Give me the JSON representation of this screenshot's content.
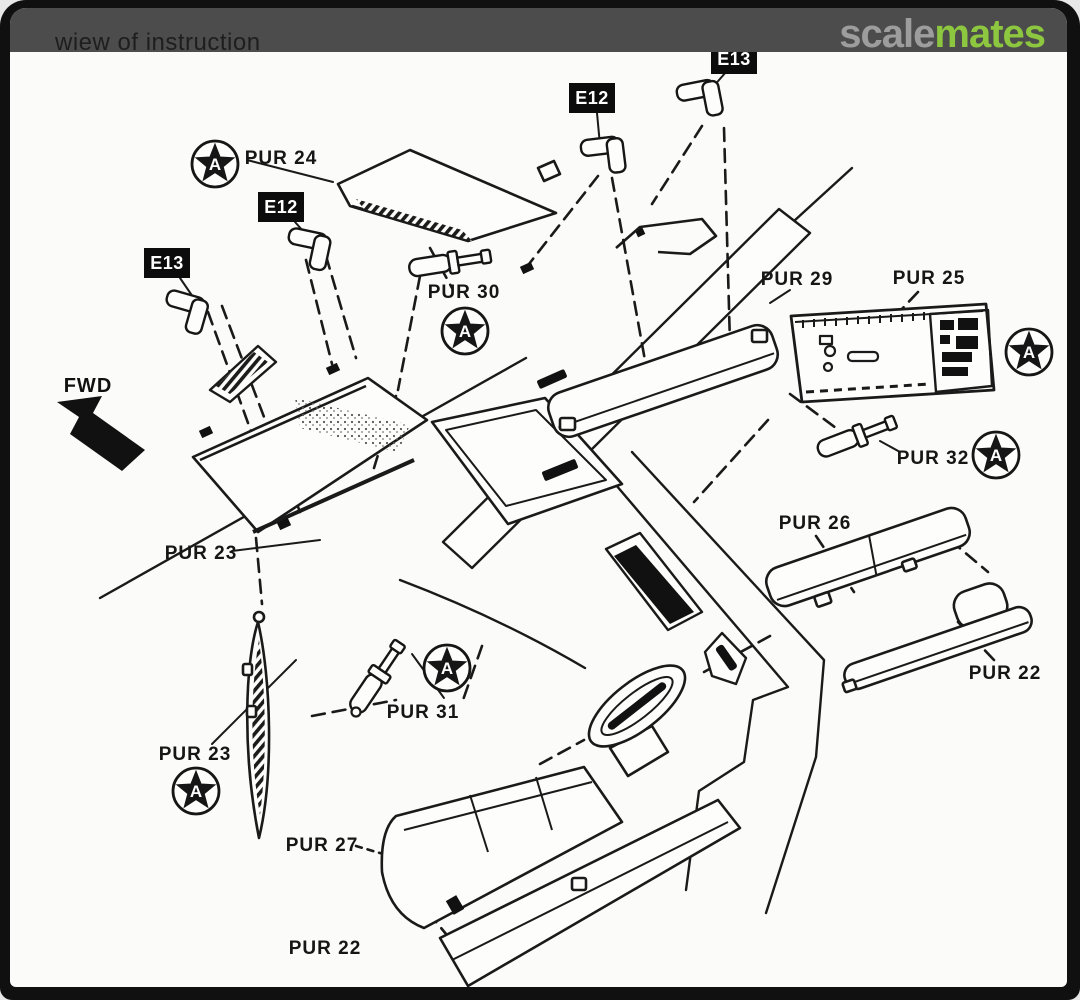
{
  "header": {
    "title": "wiew of instruction",
    "logo_part1": "scale",
    "logo_part2": "mates"
  },
  "colors": {
    "frame": "#101010",
    "header_bg": "#4c4c4c",
    "paper": "#fbfbf9",
    "ink": "#1a1a1a",
    "logo_gray": "#9d9d9d",
    "logo_green": "#8dc63f"
  },
  "diagram": {
    "direction_label": "FWD",
    "attention_symbol_letter": "A",
    "sprue_tags": {
      "e13_top": "E13",
      "e12_top": "E12",
      "e12_left": "E12",
      "e13_left": "E13"
    },
    "part_labels": {
      "pur24": "PUR 24",
      "pur30": "PUR 30",
      "pur29": "PUR 29",
      "pur25": "PUR 25",
      "pur32": "PUR 32",
      "pur23_top": "PUR 23",
      "pur23_bottom": "PUR 23",
      "pur31": "PUR 31",
      "pur26": "PUR 26",
      "pur22_right": "PUR 22",
      "pur27": "PUR 27",
      "pur22_bottom": "PUR 22"
    }
  }
}
